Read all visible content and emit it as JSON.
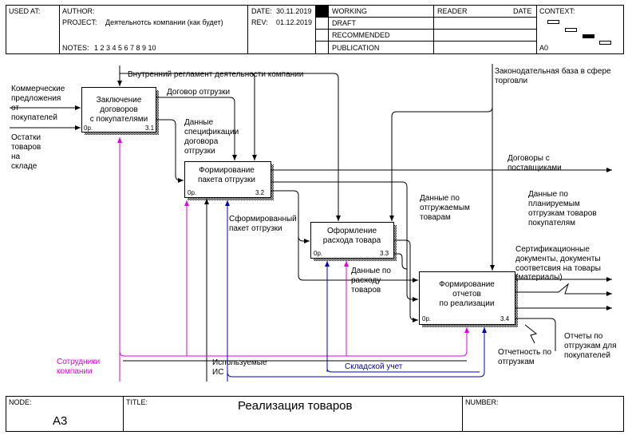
{
  "header": {
    "used_at_label": "USED AT:",
    "author_label": "AUTHOR:",
    "project_label": "PROJECT:",
    "project_value": "Деятельнотсь компании (как будет)",
    "notes_label": "NOTES:",
    "notes_numbers": "1  2  3  4  5  6  7  8  9  10",
    "date_label": "DATE:",
    "date_value": "30.11.2019",
    "rev_label": "REV:",
    "rev_value": "01.12.2019",
    "status": [
      "WORKING",
      "DRAFT",
      "RECOMMENDED",
      "PUBLICATION"
    ],
    "reader_label": "READER",
    "reader_date_label": "DATE",
    "context_label": "CONTEXT:",
    "context_node": "A0"
  },
  "footer": {
    "node_label": "NODE:",
    "node_value": "A3",
    "title_label": "TITLE:",
    "title_value": "Реализация  товаров",
    "number_label": "NUMBER:"
  },
  "boxes": [
    {
      "lines": [
        "Заключение",
        "договоров",
        "с покупателями"
      ],
      "cost": "0р.",
      "num": "3.1"
    },
    {
      "lines": [
        "Формирование",
        "пакета отгрузки"
      ],
      "cost": "0р.",
      "num": "3.2"
    },
    {
      "lines": [
        "Оформление",
        "расхода товара"
      ],
      "cost": "0р.",
      "num": "3.3"
    },
    {
      "lines": [
        "Формирование",
        "отчетов",
        "по реализации"
      ],
      "cost": "0р.",
      "num": "3.4"
    }
  ],
  "arrows": {
    "commercial_offers": [
      "Коммерческие",
      "предложения",
      "от",
      "покупателей"
    ],
    "stock_balance": [
      "Остатки",
      "товаров",
      "на",
      "складе"
    ],
    "internal_reg": "Внутренний регламент деятельности компании",
    "shipment_contract": "Договор отгрузки",
    "spec_data": [
      "Данные",
      "спецификации",
      "договора",
      "отгрузки"
    ],
    "legal_base": [
      "Законодательная база в сфере",
      "торговли"
    ],
    "supplier_contracts": [
      "Договоры с",
      "поставщиками"
    ],
    "shipped_goods_data": [
      "Данные по",
      "отгружаемым",
      "товарам"
    ],
    "formed_package": [
      "Сформированный",
      "пакет отгрузки"
    ],
    "planned_data": [
      "Данные по",
      "планируемым",
      "отгрузкам товаров",
      "покупателям"
    ],
    "certificates": [
      "Сертификационные",
      "документы, документы",
      "соответсвия на товары",
      "(материалы)"
    ],
    "expense_data": [
      "Данные по",
      "расходу",
      "товаров"
    ],
    "reports_shipments": [
      "Отчеты по",
      "отгрузкам для",
      "покупателей"
    ],
    "shipment_reporting": [
      "Отчетность по",
      "отгрузкам"
    ],
    "employees": [
      "Сотрудники",
      "компании"
    ],
    "used_is": [
      "Используемые",
      "ИС"
    ],
    "warehouse": "Складской учет"
  },
  "colors": {
    "employees": "#e000e0",
    "warehouse": "#0000c0",
    "line": "#000000"
  }
}
